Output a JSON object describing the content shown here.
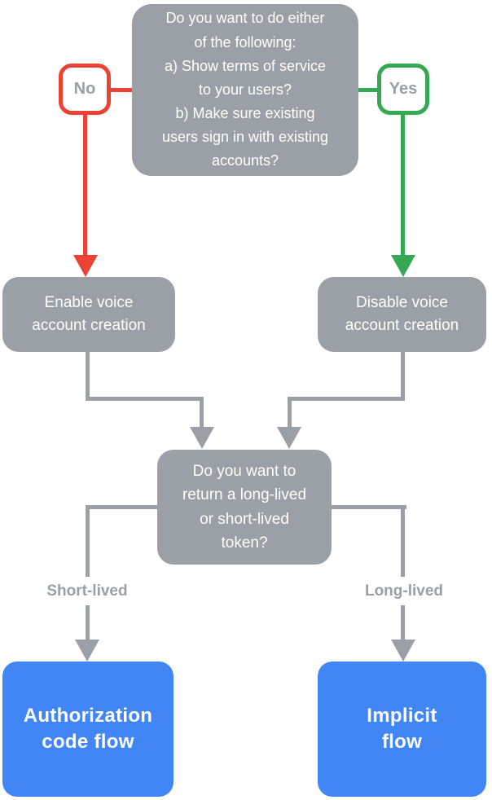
{
  "colors": {
    "gray": "#9AA0A6",
    "red": "#EA4335",
    "green": "#34A853",
    "blue": "#4285F4",
    "label_text": "#9AA0A6",
    "box_text": "#FFFFFF",
    "bg": "#FFFFFF"
  },
  "nodes": {
    "top_question": {
      "text": "Do you want to do either\nof the following:\na) Show terms of service\nto your users?\nb) Make sure existing\nusers sign in with existing\naccounts?"
    },
    "no_badge": {
      "label": "No"
    },
    "yes_badge": {
      "label": "Yes"
    },
    "enable_voice": {
      "text": "Enable voice\naccount creation"
    },
    "disable_voice": {
      "text": "Disable voice\naccount creation"
    },
    "token_question": {
      "text": "Do you want to\nreturn a long-lived\nor short-lived\ntoken?"
    },
    "short_lived": {
      "text": "Short-lived"
    },
    "long_lived": {
      "text": "Long-lived"
    },
    "authorization_code_flow": {
      "text": "Authorization\ncode flow"
    },
    "implicit_flow": {
      "text": "Implicit\nflow"
    }
  }
}
